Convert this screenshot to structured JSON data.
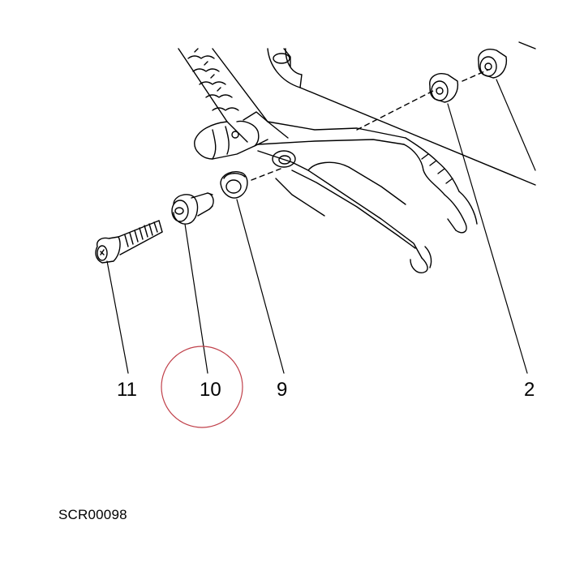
{
  "diagram": {
    "reference_code": "SCR00098",
    "callouts": [
      {
        "id": "11",
        "part": "bolt"
      },
      {
        "id": "10",
        "part": "stepped-bushing",
        "highlighted": true
      },
      {
        "id": "9",
        "part": "spacer-washer"
      },
      {
        "id": "2",
        "part": "bushings"
      }
    ],
    "highlight_color": "#c0404a",
    "line_color": "#000000"
  }
}
